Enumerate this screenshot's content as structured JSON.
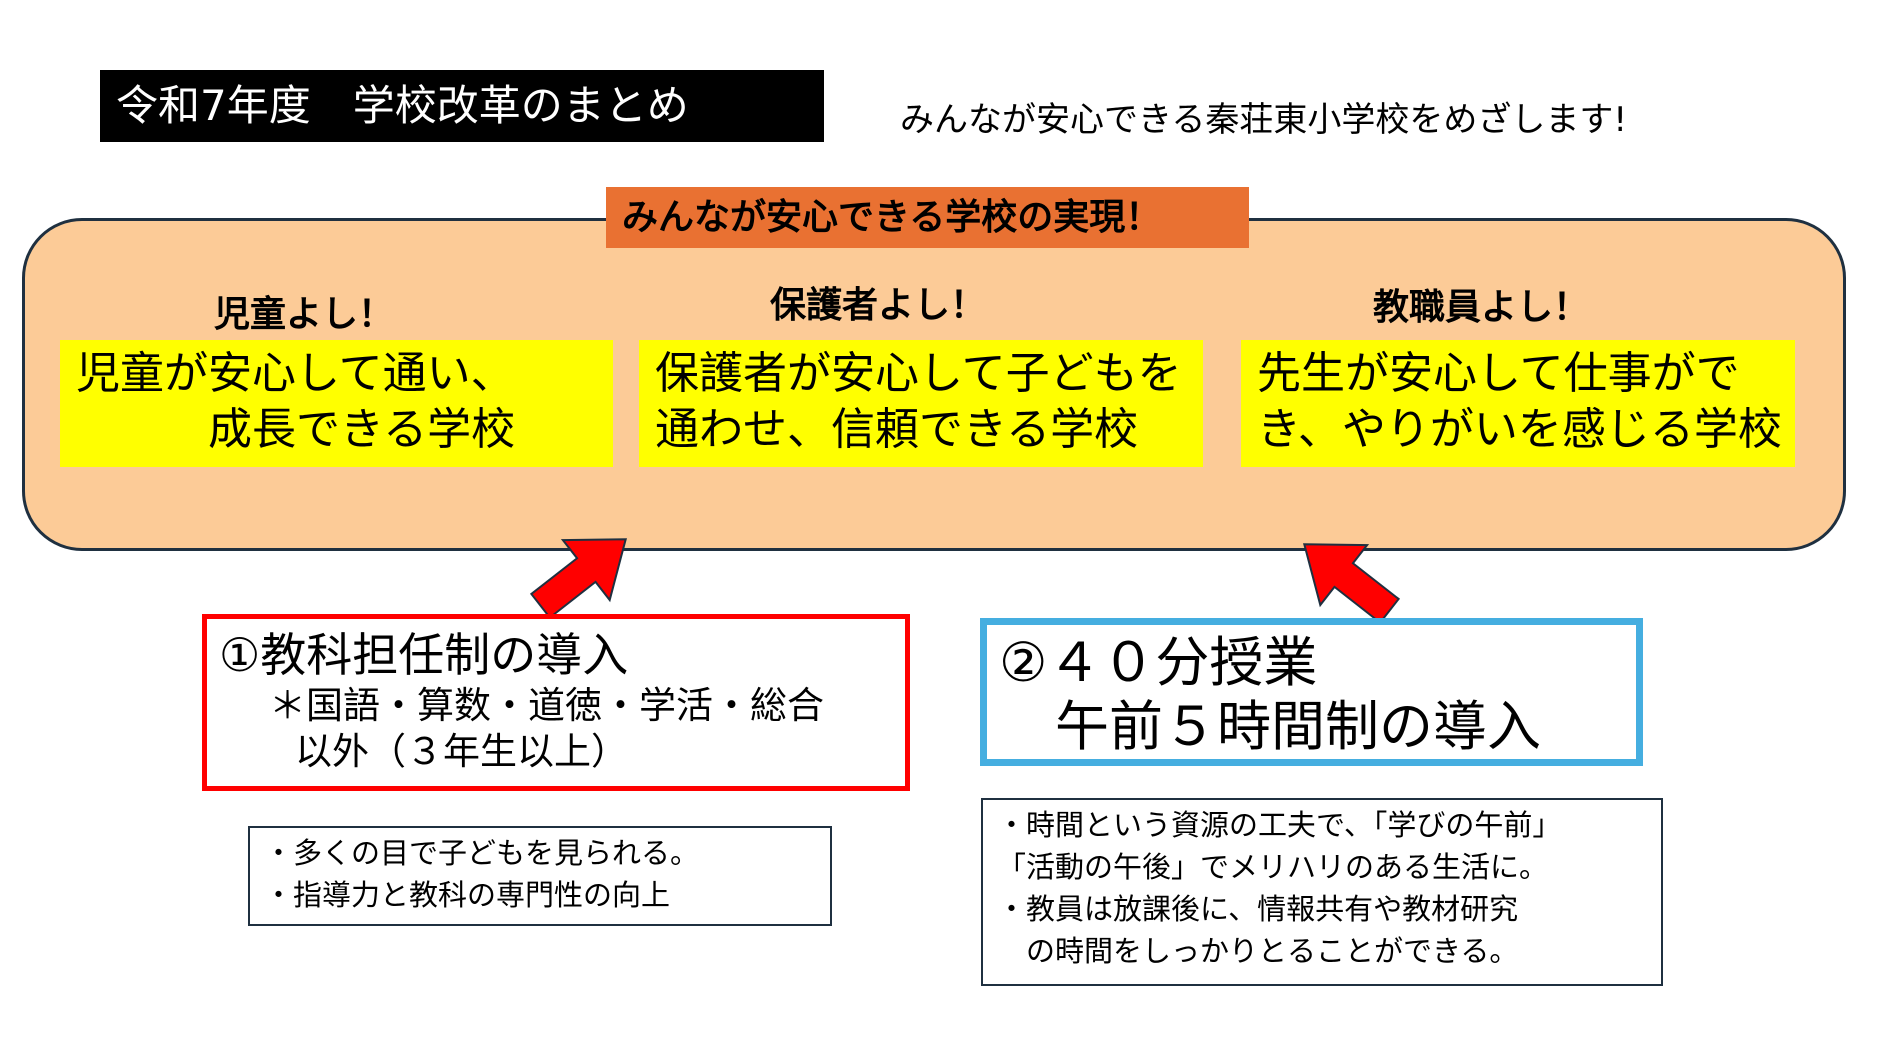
{
  "header": {
    "title": "令和7年度　学校改革のまとめ",
    "subtitle": "みんなが安心できる秦荘東小学校をめざします!"
  },
  "goal": {
    "banner": "みんなが安心できる学校の実現！",
    "columns": [
      {
        "heading": "児童よし！",
        "lines": [
          "児童が安心して通い、",
          "　　　成長できる学校"
        ]
      },
      {
        "heading": "保護者よし！",
        "lines": [
          "保護者が安心して子どもを",
          "通わせ、信頼できる学校"
        ]
      },
      {
        "heading": "教職員よし！",
        "lines": [
          "先生が安心して仕事がで",
          "き、やりがいを感じる学校"
        ]
      }
    ]
  },
  "initiatives": [
    {
      "title": "①教科担任制の導入",
      "detail_lines": [
        "＊国語・算数・道徳・学活・総合",
        "以外（３年生以上）"
      ],
      "notes": [
        "・多くの目で子どもを見られる。",
        "・指導力と教科の専門性の向上"
      ],
      "border_color": "#ff0000"
    },
    {
      "title": "②４０分授業",
      "detail_lines": [
        "午前５時間制の導入"
      ],
      "notes": [
        "・時間という資源の工夫で、「学びの午前」",
        "「活動の午後」でメリハリのある生活に。",
        "・教員は放課後に、情報共有や教材研究",
        "　の時間をしっかりとることができる。"
      ],
      "border_color": "#45aee0"
    }
  ],
  "colors": {
    "goal_fill": "#fccb97",
    "banner": "#e97132",
    "highlight": "#ffff00",
    "arrow": "#ff0000"
  }
}
